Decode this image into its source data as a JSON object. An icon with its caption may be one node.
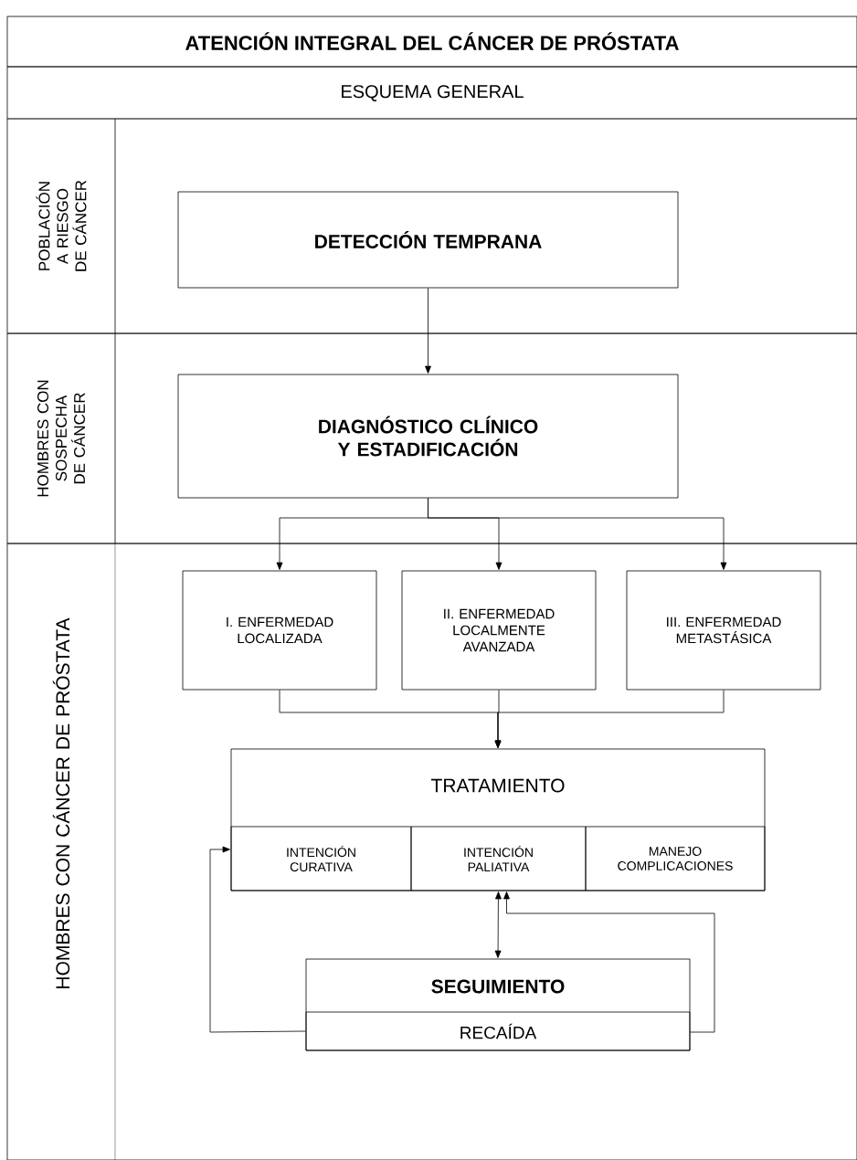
{
  "diagram": {
    "title": "ATENCIÓN INTEGRAL DEL CÁNCER DE PRÓSTATA",
    "nodes": [
      {
        "text": [
          "POBLACIÓN A RIESGO DE CÁNCER"
        ]
      },
      {
        "text": [
          "DETECCIÓN TEMPRANA"
        ],
        "in": 0
      },
      {
        "text": [
          "HOMBRES CON SOSPECHA DE CÁNCER"
        ]
      },
      {
        "text": [
          "DIAGNÓSTICO CLÍNICO Y ESTADIFICACIÓN"
        ],
        "in": 2
      },
      {
        "text": [
          "HOMBRES CON CÁNCER DE PRÓSTATA"
        ]
      },
      {
        "text": [
          "I. ENFERMEDAD LOCALIZADA"
        ],
        "in": 4
      },
      {
        "text": [
          "II. ENFERMEDAD LOCALMENTE AVANZADA"
        ],
        "in": 4
      },
      {
        "text": [
          "III. ENFERMEDAD METASTÁSICA"
        ],
        "in": 4
      },
      {
        "text": [
          "TRATAMIENTO"
        ],
        "in": 4
      },
      {
        "text": [
          "INTENCIÓN CURATIVA"
        ],
        "in": 8
      },
      {
        "text": [
          "INTENCIÓN PALIATIVA"
        ],
        "in": 8
      },
      {
        "text": [
          "MANEJO COMPLICACIONES"
        ],
        "in": 8
      },
      {
        "text": [
          "SEGUIMIENTO"
        ],
        "in": 4
      },
      {
        "text": [
          "RECAÍDA"
        ],
        "in": 12
      }
    ],
    "edges": [
      {
        "from": 1,
        "to": 3,
        "arrow": "to"
      },
      {
        "from": 3,
        "to": 5,
        "arrow": "to"
      },
      {
        "from": 3,
        "to": 6,
        "arrow": "to"
      },
      {
        "from": 3,
        "to": 7,
        "arrow": "to"
      },
      {
        "from": 5,
        "to": 8,
        "arrow": "to"
      },
      {
        "from": 6,
        "to": 8,
        "arrow": "to"
      },
      {
        "from": 7,
        "to": 8,
        "arrow": "to"
      },
      {
        "from": 10,
        "to": 12,
        "arrow": "both"
      },
      {
        "from": 13,
        "to": 9,
        "arrow": "to"
      },
      {
        "from": 13,
        "to": 10,
        "arrow": "to"
      }
    ],
    "labels": [
      "ESQUEMA GENERAL"
    ]
  }
}
